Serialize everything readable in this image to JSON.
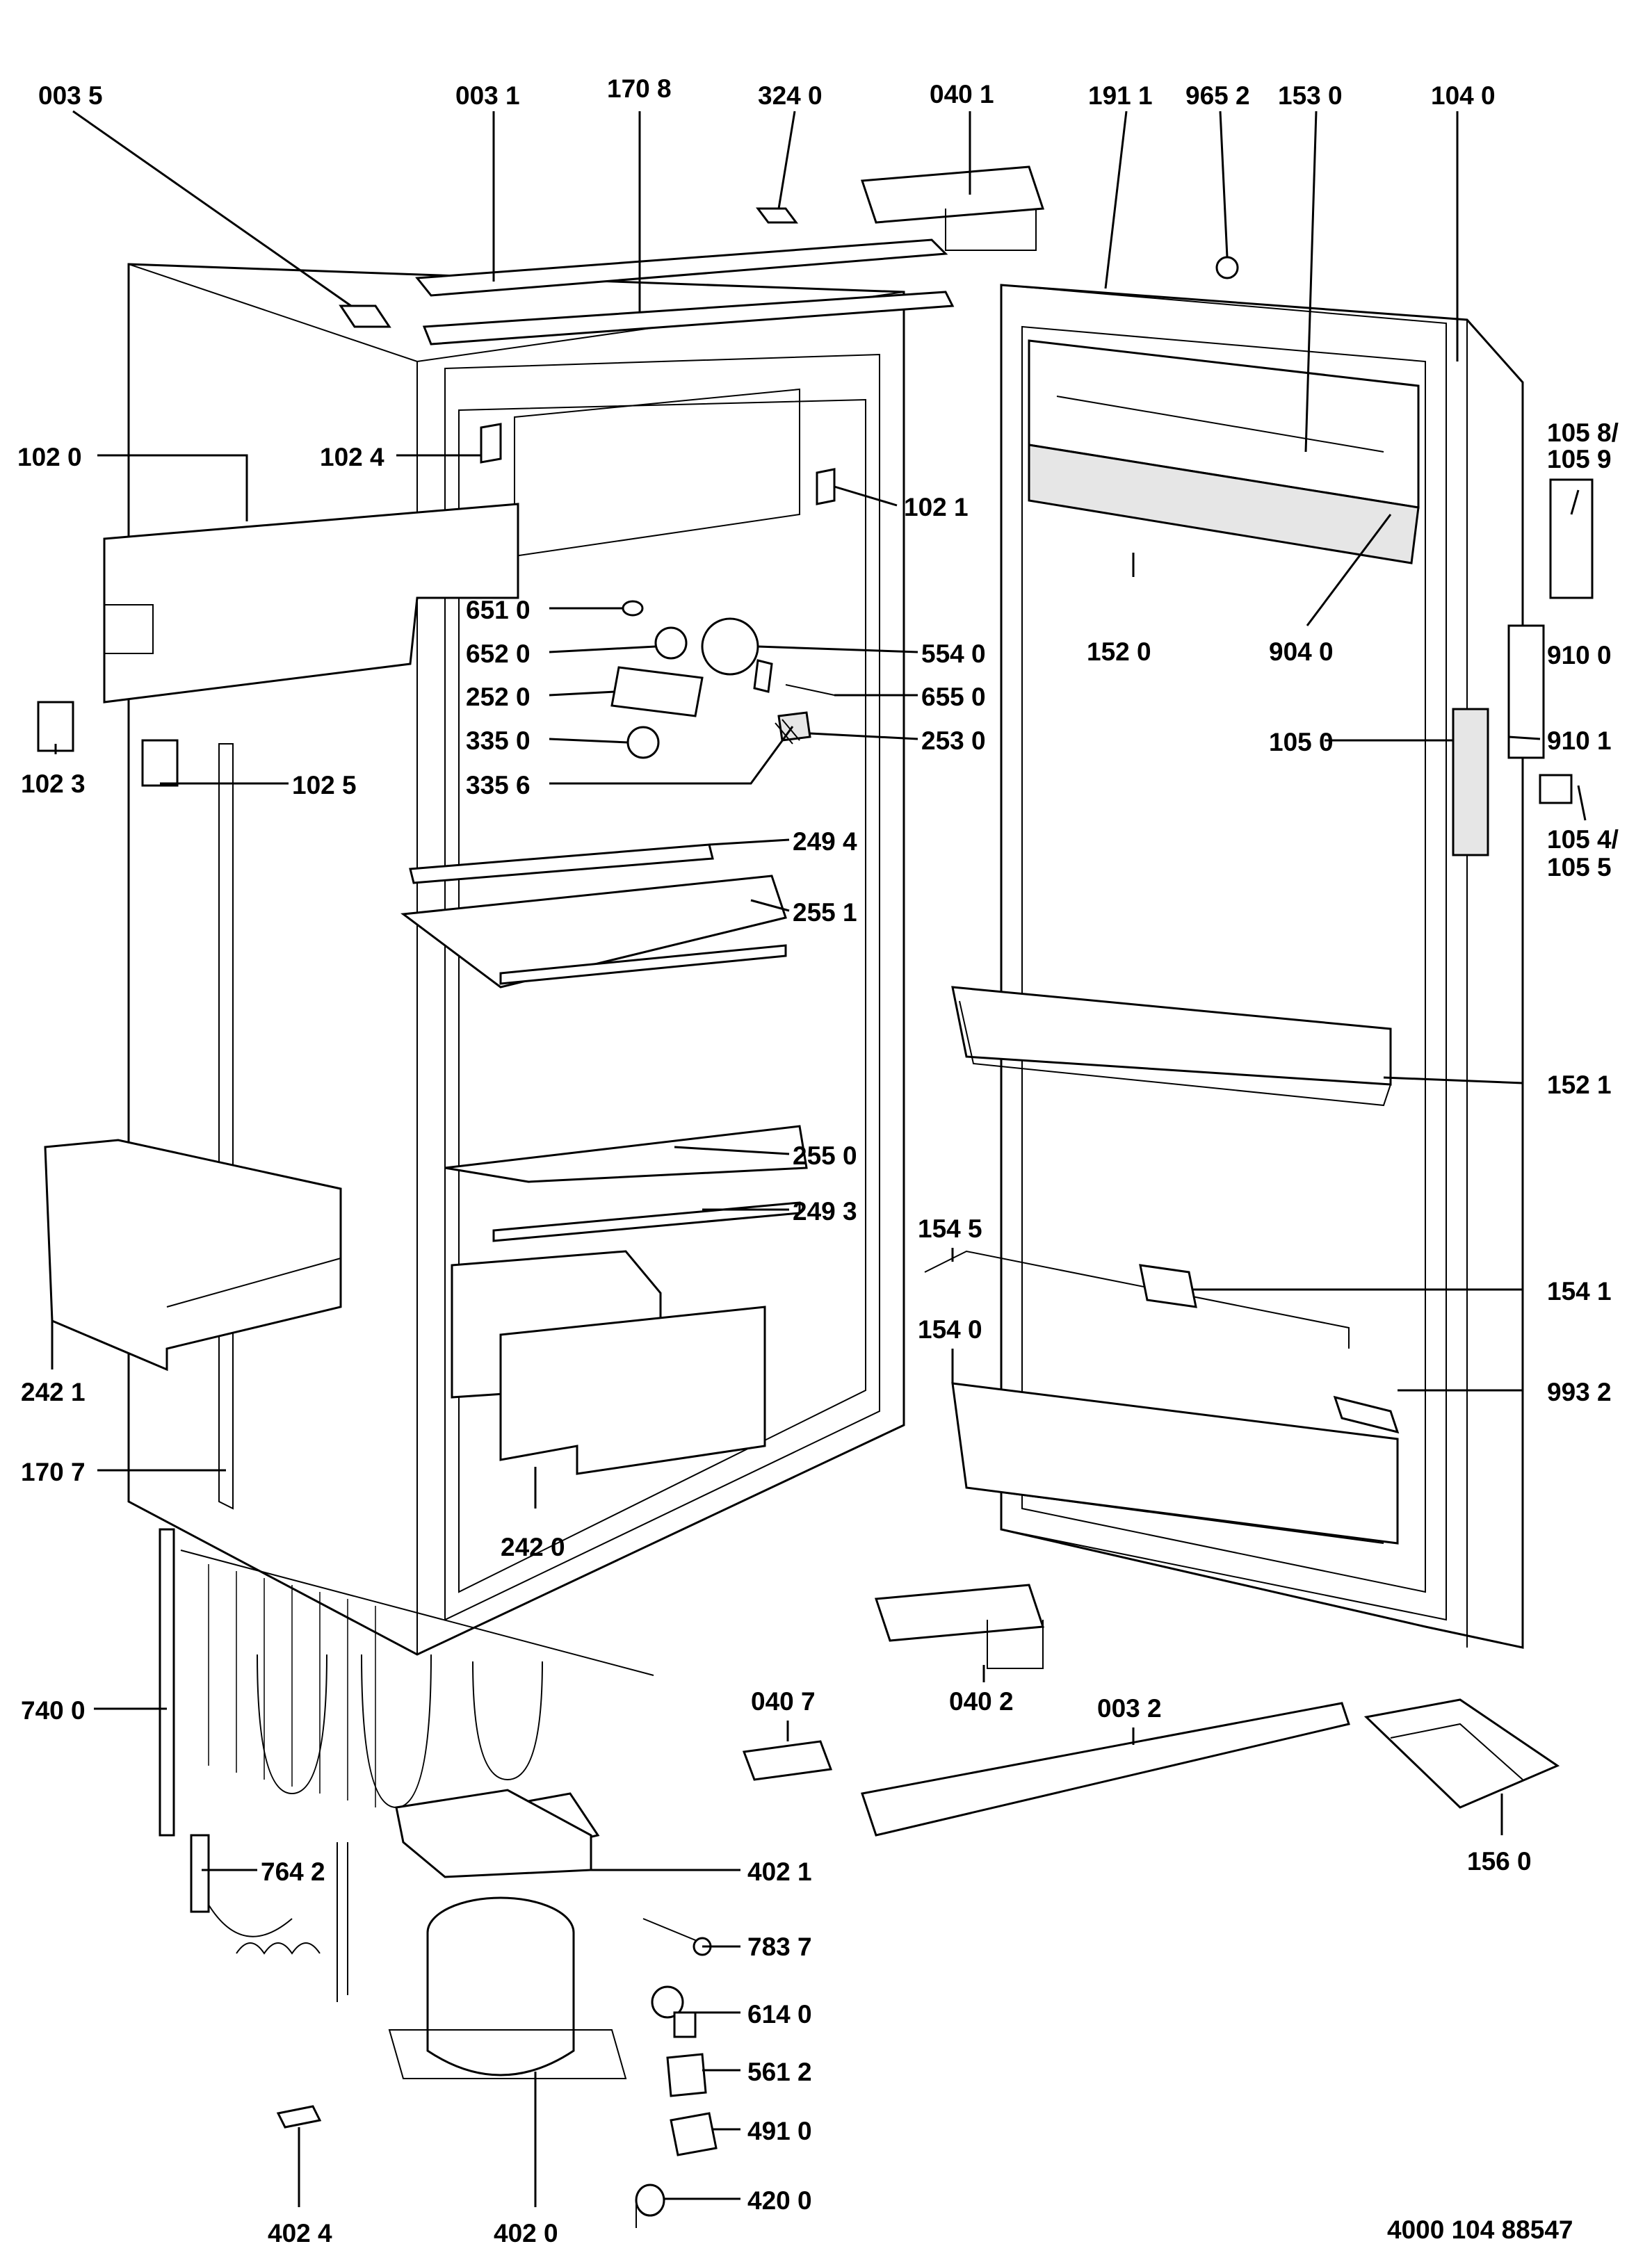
{
  "diagram": {
    "drawing_number": "4000 104 88547",
    "part_labels": [
      "003 5",
      "003 1",
      "170 8",
      "324 0",
      "040 1",
      "191 1",
      "965 2",
      "153 0",
      "104 0",
      "102 0",
      "102 4",
      "102 1",
      "105 8/",
      "105 9",
      "651 0",
      "652 0",
      "554 0",
      "252 0",
      "655 0",
      "335 0",
      "253 0",
      "335 6",
      "152 0",
      "904 0",
      "910 0",
      "105 0",
      "910 1",
      "105 4/",
      "105 5",
      "102 3",
      "102 5",
      "249 4",
      "255 1",
      "152 1",
      "255 0",
      "249 3",
      "154 5",
      "154 1",
      "154 0",
      "993 2",
      "242 1",
      "170 7",
      "242 0",
      "740 0",
      "040 7",
      "040 2",
      "003 2",
      "156 0",
      "764 2",
      "402 1",
      "783 7",
      "614 0",
      "561 2",
      "491 0",
      "420 0",
      "402 4",
      "402 0"
    ]
  }
}
